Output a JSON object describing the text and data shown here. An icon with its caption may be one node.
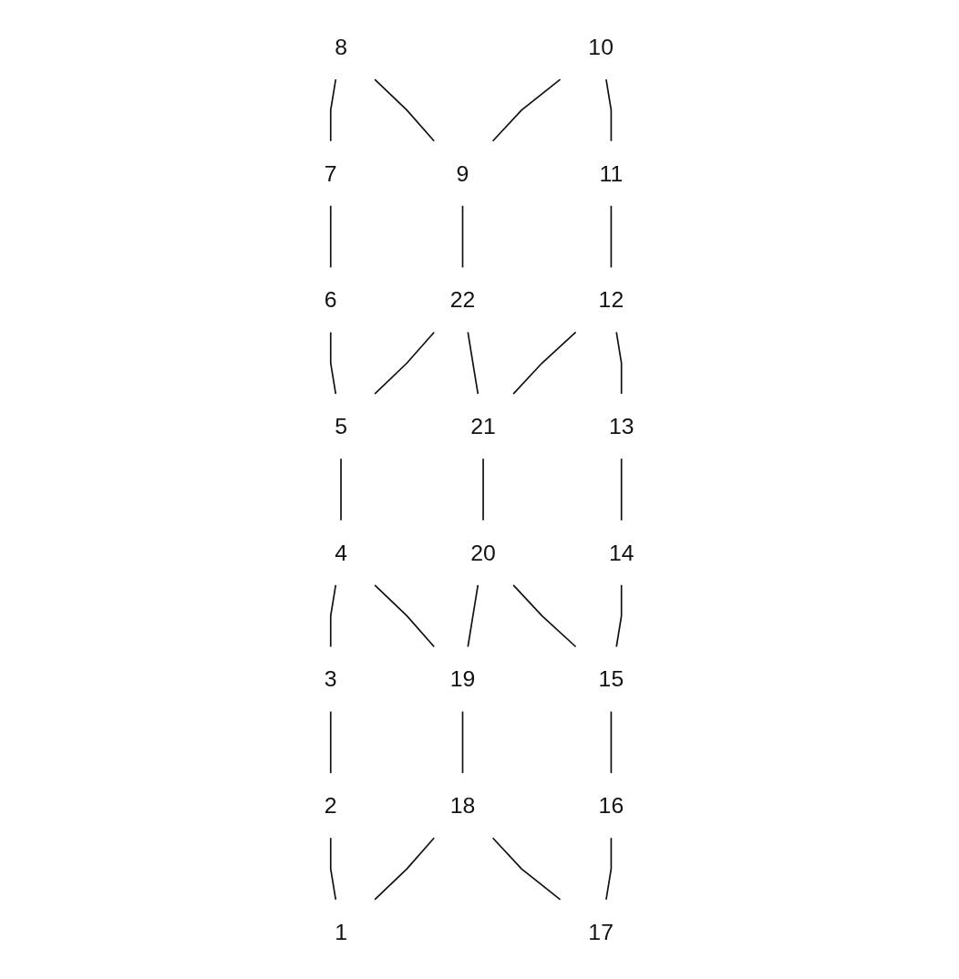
{
  "diagram": {
    "nodes": [
      {
        "text": [
          "8"
        ]
      },
      {
        "text": [
          "10"
        ]
      },
      {
        "text": [
          "7"
        ]
      },
      {
        "text": [
          "9"
        ]
      },
      {
        "text": [
          "11"
        ]
      },
      {
        "text": [
          "6"
        ]
      },
      {
        "text": [
          "22"
        ]
      },
      {
        "text": [
          "12"
        ]
      },
      {
        "text": [
          "5"
        ]
      },
      {
        "text": [
          "21"
        ]
      },
      {
        "text": [
          "13"
        ]
      },
      {
        "text": [
          "4"
        ]
      },
      {
        "text": [
          "20"
        ]
      },
      {
        "text": [
          "14"
        ]
      },
      {
        "text": [
          "3"
        ]
      },
      {
        "text": [
          "19"
        ]
      },
      {
        "text": [
          "15"
        ]
      },
      {
        "text": [
          "2"
        ]
      },
      {
        "text": [
          "16"
        ]
      },
      {
        "text": [
          "18"
        ]
      },
      {
        "text": [
          "1"
        ]
      },
      {
        "text": [
          "17"
        ]
      }
    ],
    "edges": [
      {
        "from": 0,
        "to": 2,
        "arrow": "none"
      },
      {
        "from": 0,
        "to": 3,
        "arrow": "none"
      },
      {
        "from": 1,
        "to": 3,
        "arrow": "none"
      },
      {
        "from": 1,
        "to": 4,
        "arrow": "none"
      },
      {
        "from": 2,
        "to": 5,
        "arrow": "none"
      },
      {
        "from": 3,
        "to": 6,
        "arrow": "none"
      },
      {
        "from": 4,
        "to": 7,
        "arrow": "none"
      },
      {
        "from": 5,
        "to": 8,
        "arrow": "none"
      },
      {
        "from": 6,
        "to": 8,
        "arrow": "none"
      },
      {
        "from": 6,
        "to": 9,
        "arrow": "none"
      },
      {
        "from": 7,
        "to": 9,
        "arrow": "none"
      },
      {
        "from": 7,
        "to": 10,
        "arrow": "none"
      },
      {
        "from": 8,
        "to": 11,
        "arrow": "none"
      },
      {
        "from": 9,
        "to": 12,
        "arrow": "none"
      },
      {
        "from": 10,
        "to": 13,
        "arrow": "none"
      },
      {
        "from": 11,
        "to": 14,
        "arrow": "none"
      },
      {
        "from": 11,
        "to": 15,
        "arrow": "none"
      },
      {
        "from": 12,
        "to": 15,
        "arrow": "none"
      },
      {
        "from": 12,
        "to": 16,
        "arrow": "none"
      },
      {
        "from": 13,
        "to": 16,
        "arrow": "none"
      },
      {
        "from": 14,
        "to": 17,
        "arrow": "none"
      },
      {
        "from": 15,
        "to": 19,
        "arrow": "none"
      },
      {
        "from": 16,
        "to": 18,
        "arrow": "none"
      },
      {
        "from": 17,
        "to": 20,
        "arrow": "none"
      },
      {
        "from": 19,
        "to": 20,
        "arrow": "none"
      },
      {
        "from": 19,
        "to": 21,
        "arrow": "none"
      },
      {
        "from": 18,
        "to": 21,
        "arrow": "none"
      }
    ]
  }
}
